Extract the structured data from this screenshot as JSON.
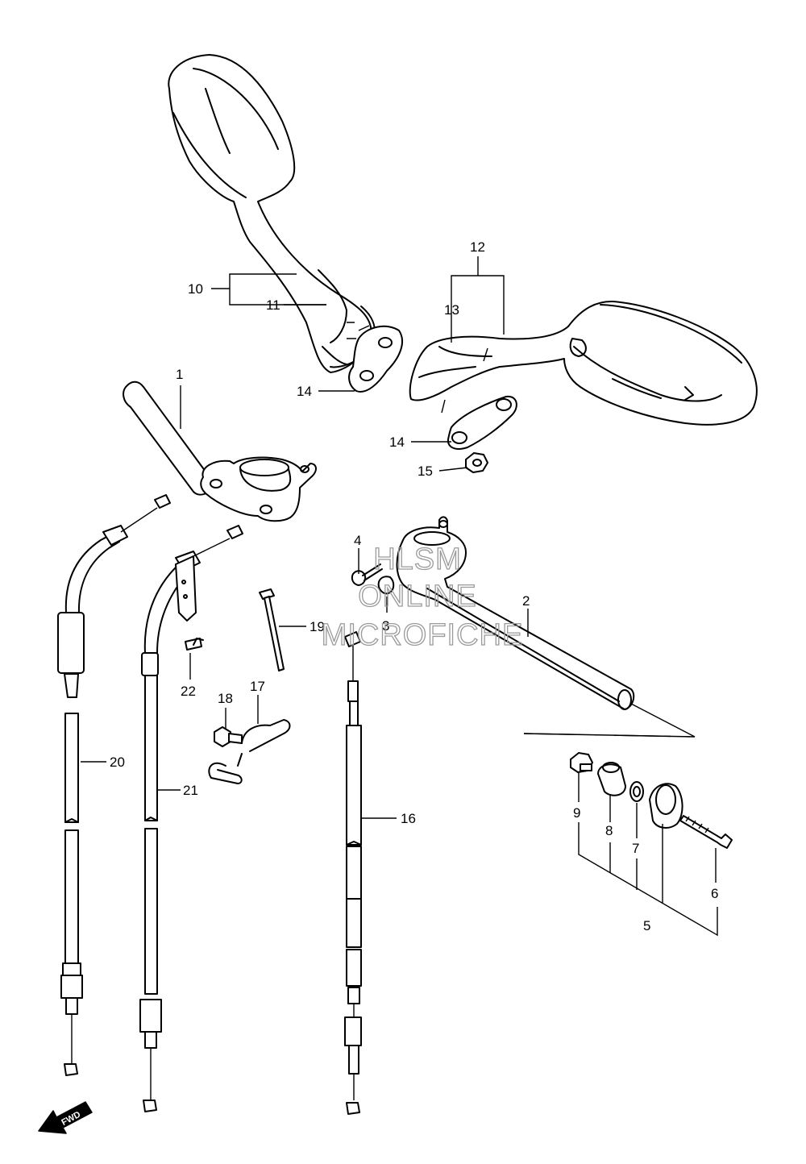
{
  "watermark": {
    "line1": "HLSM",
    "line2": "ONLINE",
    "line3": "MICROFICHE"
  },
  "fwd_label": "FWD",
  "callouts": {
    "c1": "1",
    "c2": "2",
    "c3": "3",
    "c4": "4",
    "c5": "5",
    "c6": "6",
    "c7": "7",
    "c8": "8",
    "c9": "9",
    "c10": "10",
    "c11": "11",
    "c12": "12",
    "c13": "13",
    "c14a": "14",
    "c14b": "14",
    "c15": "15",
    "c16": "16",
    "c17": "17",
    "c18": "18",
    "c19": "19",
    "c20": "20",
    "c21": "21",
    "c22": "22"
  }
}
